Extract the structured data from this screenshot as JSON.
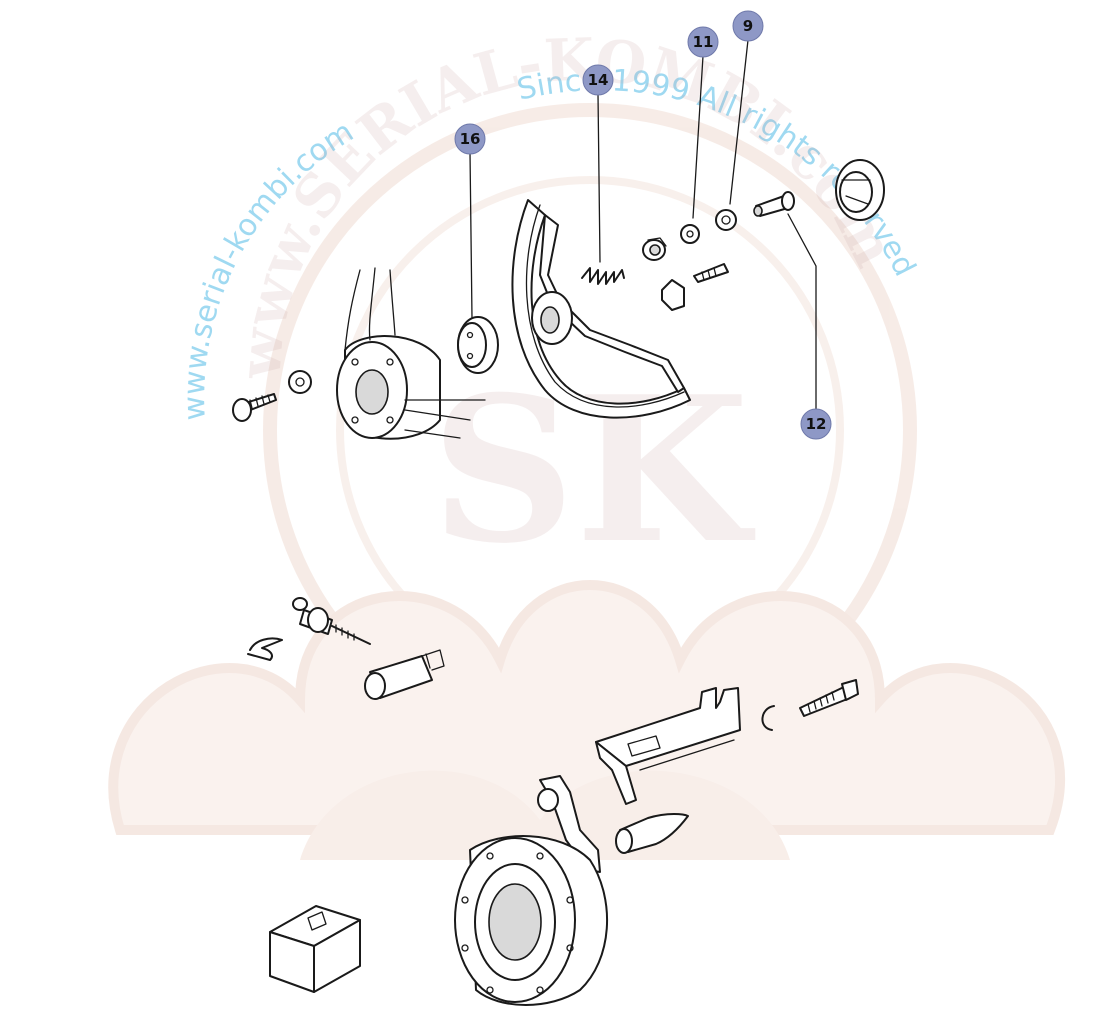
{
  "watermark": {
    "site": "www.serial-kombi.com",
    "since": "Since-1999 All rights reserved",
    "brand": "www.SERIAL-KOMBI.com",
    "monogram": "SK"
  },
  "callouts": [
    {
      "id": "callout-16",
      "label": "16"
    },
    {
      "id": "callout-14",
      "label": "14"
    },
    {
      "id": "callout-11",
      "label": "11"
    },
    {
      "id": "callout-9",
      "label": "9"
    },
    {
      "id": "callout-12",
      "label": "12"
    }
  ],
  "colors": {
    "callout_fill": "#8e98c6",
    "line": "#1a1a1a",
    "watermark_text": "#8fd3ef",
    "watermark_logo": "#e8c9b8"
  }
}
